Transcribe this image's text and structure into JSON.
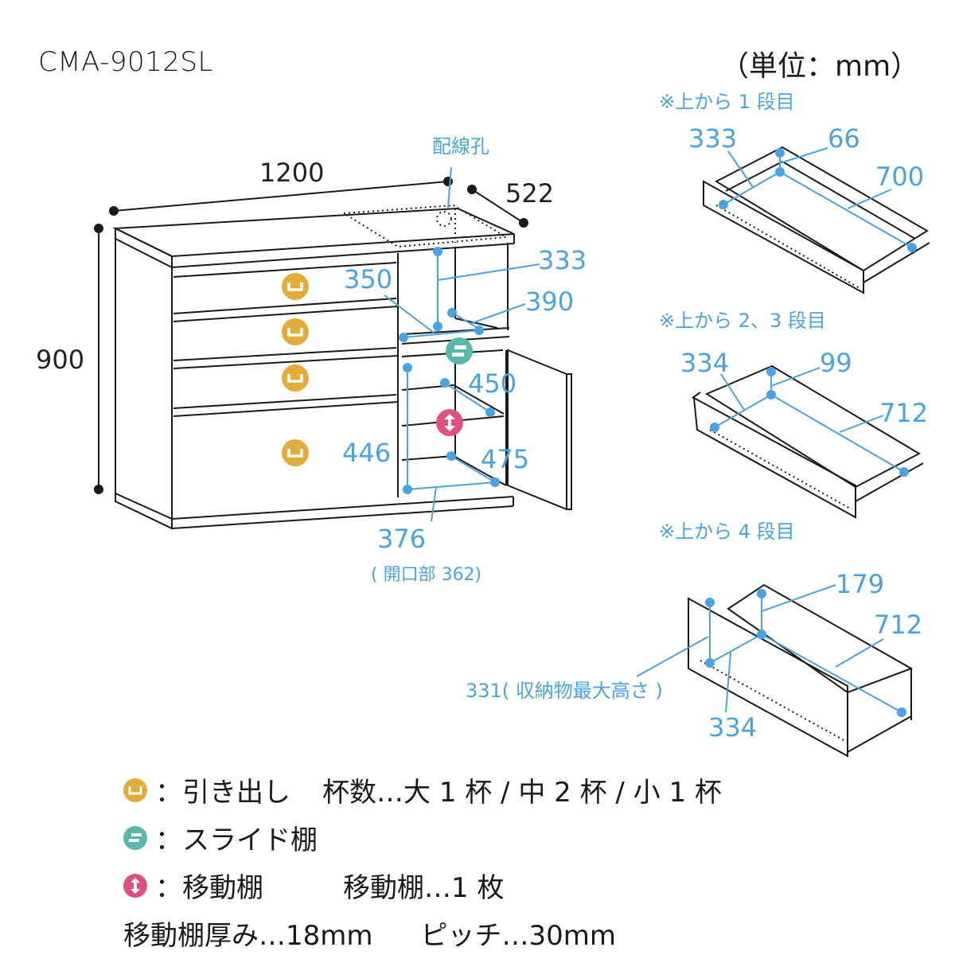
{
  "header": {
    "model": "CMA-9012SL",
    "unit_label": "（単位：mm）"
  },
  "cabinet": {
    "width": "1200",
    "depth": "522",
    "height": "900",
    "wiring_hole_label": "配線孔",
    "upper_right": {
      "height": "333",
      "width": "350",
      "depth": "390"
    },
    "lower_right": {
      "height": "446",
      "width": "376",
      "opening_note": "( 開口部 362)",
      "shelf_depth": "450",
      "bottom_depth": "475"
    }
  },
  "drawers": [
    {
      "caption": "※上から 1 段目",
      "width": "333",
      "height": "66",
      "depth": "700"
    },
    {
      "caption": "※上から 2、3 段目",
      "width": "334",
      "height": "99",
      "depth": "712"
    },
    {
      "caption": "※上から 4 段目",
      "width": "334",
      "height": "179",
      "depth": "712",
      "max_height_note": "331( 収納物最大高さ )"
    }
  ],
  "legend": {
    "drawer": {
      "icon": "drawer-icon",
      "color": "#e2ac3a",
      "label": "：引き出し",
      "detail": "杯数…大 1 杯 / 中 2 杯 / 小 1 杯"
    },
    "slide_shelf": {
      "icon": "slide-shelf-icon",
      "color": "#5ab8a8",
      "label": "：スライド棚"
    },
    "movable_shelf": {
      "icon": "movable-shelf-icon",
      "color": "#e0507c",
      "label": "：移動棚",
      "detail": "移動棚…1 枚"
    },
    "notes": {
      "thickness": "移動棚厚み…18mm",
      "pitch": "ピッチ…30mm"
    }
  },
  "colors": {
    "accent_blue": "#4aa3e0",
    "line": "#1a1a1a"
  }
}
